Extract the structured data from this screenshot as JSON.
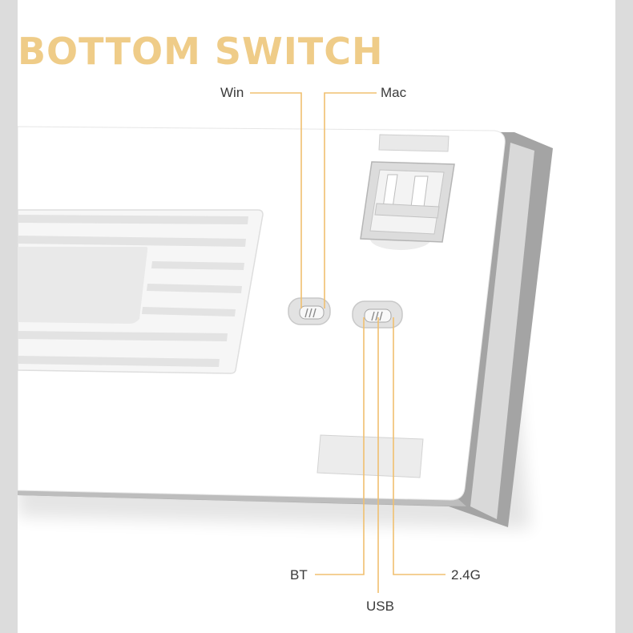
{
  "title": "BOTTOM SWITCH",
  "callouts": {
    "win": "Win",
    "mac": "Mac",
    "bt": "BT",
    "usb": "USB",
    "wireless": "2.4G"
  },
  "colors": {
    "accent": "#efcc88",
    "leader_line": "#f0c070",
    "label_text": "#3a3a3a",
    "keyboard_body": "#ffffff",
    "keyboard_edge": "#9e9e9e"
  }
}
